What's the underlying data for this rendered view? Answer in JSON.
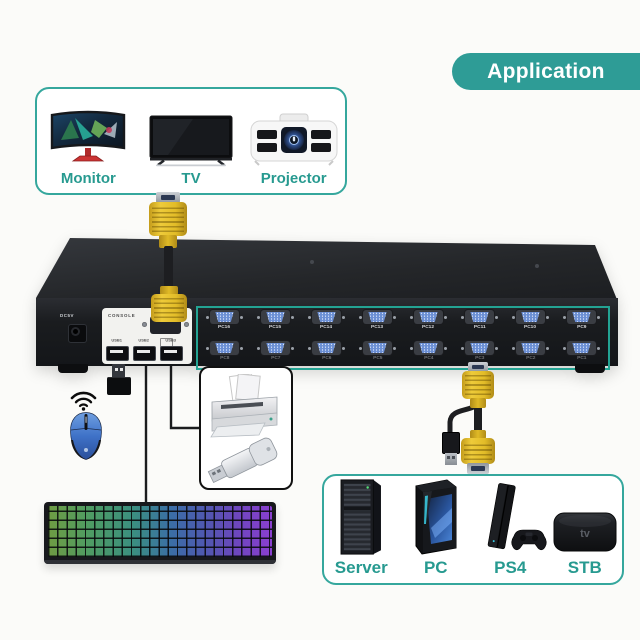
{
  "banner": {
    "label": "Application",
    "color": "#2E9C96"
  },
  "display_box": {
    "items": [
      {
        "name": "monitor",
        "label": "Monitor"
      },
      {
        "name": "tv",
        "label": "TV"
      },
      {
        "name": "projector",
        "label": "Projector"
      }
    ]
  },
  "kvm": {
    "power_label": "DC5V",
    "console_label": "CONSOLE",
    "usb_labels": [
      "USB1",
      "USB2",
      "USB3"
    ],
    "port_rows": [
      [
        "PC16",
        "PC15",
        "PC14",
        "PC13",
        "PC12",
        "PC11",
        "PC10",
        "PC9"
      ],
      [
        "PC8",
        "PC7",
        "PC6",
        "PC5",
        "PC4",
        "PC3",
        "PC2",
        "PC1"
      ]
    ]
  },
  "source_box": {
    "stb_logo": "tv",
    "items": [
      {
        "name": "server",
        "label": "Server"
      },
      {
        "name": "pc",
        "label": "PC"
      },
      {
        "name": "ps4",
        "label": "PS4"
      },
      {
        "name": "stb",
        "label": "STB"
      }
    ]
  },
  "colors": {
    "teal_banner": "#2E9C96",
    "teal_border": "#35A79D",
    "label_text": "#279A90",
    "ports_outline": "#23A393",
    "vga_port_blue": "#6B8FD4",
    "cable_yellow": "#E2BC28"
  }
}
